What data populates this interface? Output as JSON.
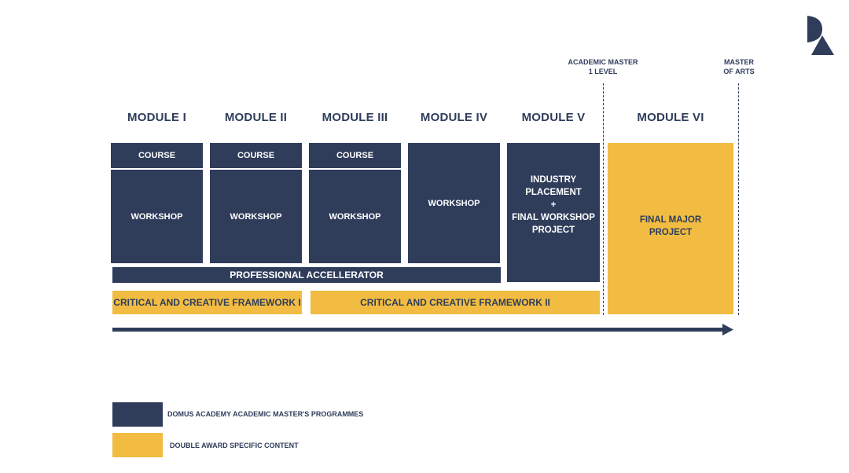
{
  "logo": {
    "letters": "DA"
  },
  "level_labels": {
    "academic_master": [
      "ACADEMIC MASTER",
      "1 LEVEL"
    ],
    "master_of_arts": [
      "MASTER",
      "OF ARTS"
    ]
  },
  "modules": [
    {
      "title": "MODULE I",
      "course": "COURSE",
      "workshop": "WORKSHOP"
    },
    {
      "title": "MODULE II",
      "course": "COURSE",
      "workshop": "WORKSHOP"
    },
    {
      "title": "MODULE III",
      "course": "COURSE",
      "workshop": "WORKSHOP"
    },
    {
      "title": "MODULE IV",
      "workshop": "WORKSHOP"
    },
    {
      "title": "MODULE V",
      "lines": [
        "INDUSTRY",
        "PLACEMENT",
        "+",
        "FINAL WORKSHOP",
        "PROJECT"
      ]
    },
    {
      "title": "MODULE VI",
      "lines": [
        "FINAL MAJOR",
        "PROJECT"
      ]
    }
  ],
  "bars": {
    "professional": "PROFESSIONAL ACCELLERATOR",
    "framework_1": "CRITICAL AND CREATIVE FRAMEWORK I",
    "framework_2": "CRITICAL AND CREATIVE FRAMEWORK II"
  },
  "legend": [
    {
      "label": "DOMUS ACADEMY ACADEMIC MASTER'S PROGRAMMES",
      "color": "#2f3d5b"
    },
    {
      "label": "DOUBLE AWARD SPECIFIC CONTENT",
      "color": "#f1bc41"
    }
  ],
  "colors": {
    "navy": "#2f3d5b",
    "gold": "#f1bc41"
  }
}
